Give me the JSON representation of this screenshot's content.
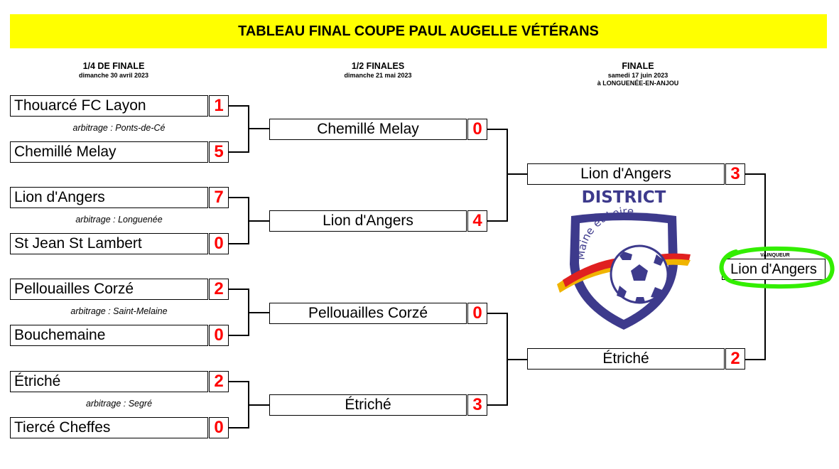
{
  "title": "TABLEAU FINAL COUPE PAUL AUGELLE VÉTÉRANS",
  "rounds": [
    {
      "title": "1/4 DE FINALE",
      "date": "dimanche 30 avril 2023"
    },
    {
      "title": "1/2 FINALES",
      "date": "dimanche 21 mai 2023"
    },
    {
      "title": "FINALE",
      "date": "samedi 17 juin 2023",
      "venue": "à LONGUENÉE-EN-ANJOU"
    }
  ],
  "quarterfinals": [
    {
      "home": "Thouarcé FC Layon",
      "home_score": "1",
      "away": "Chemillé Melay",
      "away_score": "5",
      "referee": "arbitrage : Ponts-de-Cé"
    },
    {
      "home": "Lion d'Angers",
      "home_score": "7",
      "away": "St Jean St Lambert",
      "away_score": "0",
      "referee": "arbitrage : Longuenée"
    },
    {
      "home": "Pellouailles Corzé",
      "home_score": "2",
      "away": "Bouchemaine",
      "away_score": "0",
      "referee": "arbitrage : Saint-Melaine"
    },
    {
      "home": "Étriché",
      "home_score": "2",
      "away": "Tiercé Cheffes",
      "away_score": "0",
      "referee": "arbitrage : Segré"
    }
  ],
  "semifinals": [
    {
      "team": "Chemillé Melay",
      "score": "0"
    },
    {
      "team": "Lion d'Angers",
      "score": "4"
    },
    {
      "team": "Pellouailles Corzé",
      "score": "0"
    },
    {
      "team": "Étriché",
      "score": "3"
    }
  ],
  "final": [
    {
      "team": "Lion d'Angers",
      "score": "3"
    },
    {
      "team": "Étriché",
      "score": "2"
    }
  ],
  "winner": {
    "label": "VAINQUEUR",
    "team": "Lion d'Angers",
    "highlight_color": "#33ee00"
  },
  "logo": {
    "top_text": "DISTRICT",
    "arc_text": "Maine et Loire",
    "shield_color": "#3d3a8c",
    "accent_red": "#e02020",
    "accent_yellow": "#f0b400"
  }
}
